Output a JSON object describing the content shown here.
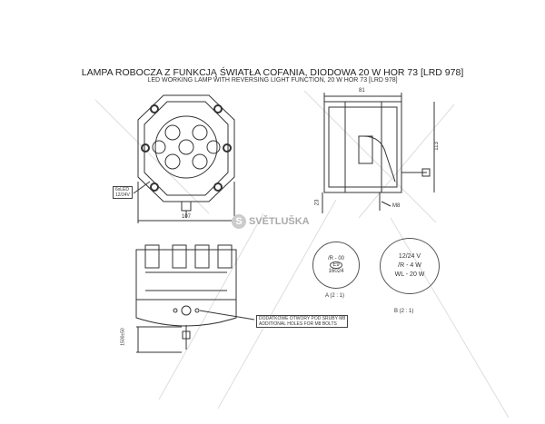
{
  "title": "LAMPA ROBOCZA Z FUNKCJĄ ŚWIATŁA COFANIA, DIODOWA 20 W HOR 73 [LRD 978]",
  "subtitle": "LED WORKING LAMP WITH REVERSING LIGHT FUNCTION, 20 W HOR 73 [LRD 978]",
  "front_view": {
    "width_dim": "107",
    "label_line1": "6xLED",
    "label_line2": "12/24V"
  },
  "side_view": {
    "width_dim": "81",
    "height_dim": "113",
    "bolt_dim": "23",
    "bolt_label": "M8"
  },
  "bottom_view": {
    "cable_dim": "1500±50",
    "note_line1": "DODATKOWE OTWORY POD ŚRUBY M8",
    "note_line2": "ADDITIONAL HOLES FOR M8 BOLTS"
  },
  "detail_a": {
    "line1": "/R - 00",
    "mark": "E9",
    "line3": "16024",
    "caption": "A (2 : 1)"
  },
  "detail_b": {
    "line1": "12/24 V",
    "line2": "/R - 4 W",
    "line3": "WL - 20 W",
    "caption": "B (2 : 1)"
  },
  "watermark": {
    "brand": "SVĚTLUŠKA",
    "letter": "S"
  }
}
